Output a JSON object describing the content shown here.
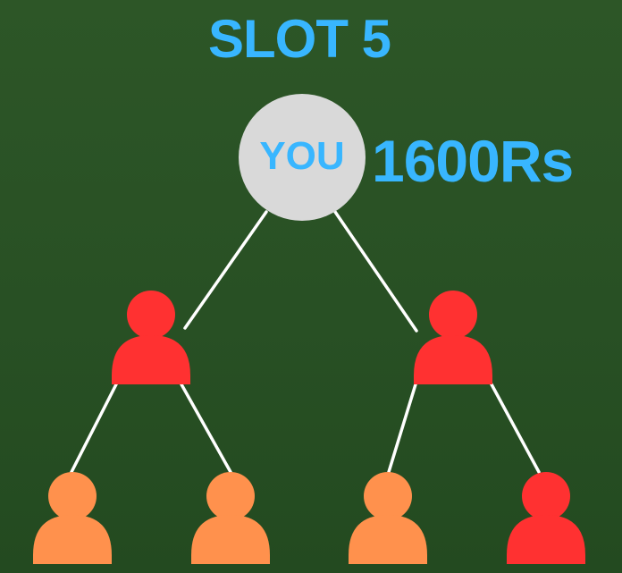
{
  "title": "SLOT 5",
  "root": {
    "label": "YOU",
    "amount": "1600Rs",
    "circle_color": "#d9d9d9"
  },
  "colors": {
    "background": "#2b5325",
    "text_accent": "#38b6ff",
    "connector": "#ffffff",
    "filled": "#ff3131",
    "pending": "#ff914d"
  },
  "level1": [
    {
      "name": "left-child",
      "status": "filled"
    },
    {
      "name": "right-child",
      "status": "filled"
    }
  ],
  "level2": [
    {
      "name": "left-left-child",
      "status": "pending"
    },
    {
      "name": "left-right-child",
      "status": "pending"
    },
    {
      "name": "right-left-child",
      "status": "pending"
    },
    {
      "name": "right-right-child",
      "status": "filled"
    }
  ]
}
